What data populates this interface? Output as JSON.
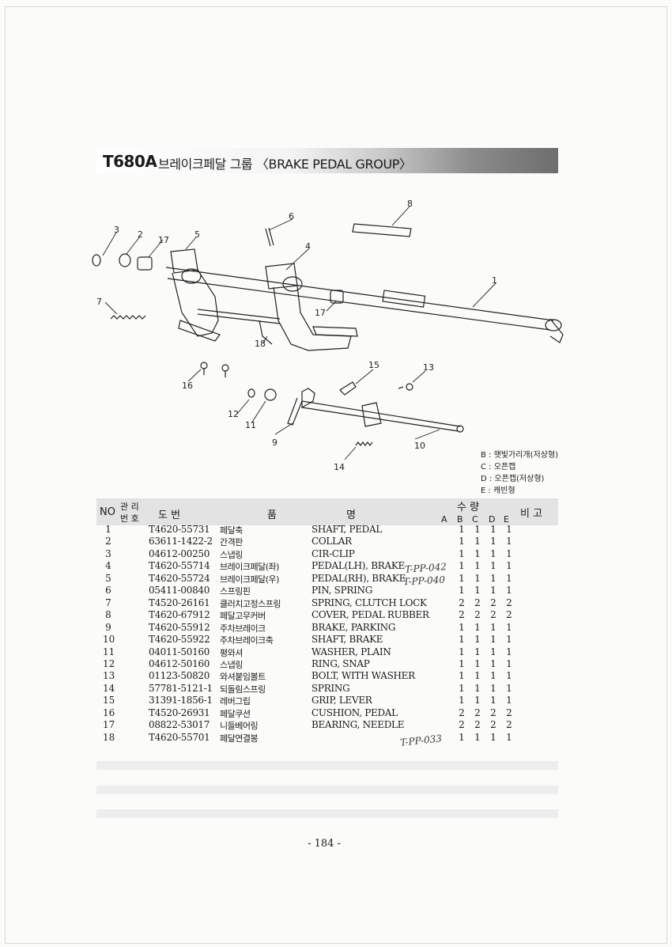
{
  "title": {
    "code": "T680A",
    "text": "브레이크페달 그룹 〈BRAKE PEDAL GROUP〉"
  },
  "callouts": [
    "1",
    "2",
    "3",
    "4",
    "5",
    "6",
    "7",
    "8",
    "9",
    "10",
    "11",
    "12",
    "13",
    "14",
    "15",
    "16",
    "17",
    "17",
    "18"
  ],
  "legend": [
    "B : 햇빛가리개(저상형)",
    "C : 오픈캡",
    "D : 오픈캡(저상형)",
    "E : 캐빈형"
  ],
  "table": {
    "headers": {
      "no": "NO",
      "mgmt_top": "관 리",
      "mgmt_bottom": "번 호",
      "drawing": "도     번",
      "name_a": "품",
      "name_b": "명",
      "qty_top": "수     량",
      "qty_cols": [
        "A",
        "B",
        "C",
        "D",
        "E"
      ],
      "remark": "비  고"
    },
    "rows": [
      {
        "no": "1",
        "part": "T4620-55731",
        "kor": "페달축",
        "name": "SHAFT, PEDAL",
        "b": "1",
        "c": "1",
        "d": "1",
        "e": "1"
      },
      {
        "no": "2",
        "part": "63611-1422-2",
        "kor": "간격판",
        "name": "COLLAR",
        "b": "1",
        "c": "1",
        "d": "1",
        "e": "1"
      },
      {
        "no": "3",
        "part": "04612-00250",
        "kor": "스냅링",
        "name": "CIR-CLIP",
        "b": "1",
        "c": "1",
        "d": "1",
        "e": "1"
      },
      {
        "no": "4",
        "part": "T4620-55714",
        "kor": "브레이크페달(좌)",
        "name": "PEDAL(LH), BRAKE",
        "b": "1",
        "c": "1",
        "d": "1",
        "e": "1"
      },
      {
        "no": "5",
        "part": "T4620-55724",
        "kor": "브레이크페달(우)",
        "name": "PEDAL(RH), BRAKE",
        "b": "1",
        "c": "1",
        "d": "1",
        "e": "1"
      },
      {
        "no": "6",
        "part": "05411-00840",
        "kor": "스프링핀",
        "name": "PIN, SPRING",
        "b": "1",
        "c": "1",
        "d": "1",
        "e": "1"
      },
      {
        "no": "7",
        "part": "T4520-26161",
        "kor": "클러치고정스프링",
        "name": "SPRING, CLUTCH LOCK",
        "b": "2",
        "c": "2",
        "d": "2",
        "e": "2"
      },
      {
        "no": "8",
        "part": "T4620-67912",
        "kor": "페달고무커버",
        "name": "COVER, PEDAL RUBBER",
        "b": "2",
        "c": "2",
        "d": "2",
        "e": "2"
      },
      {
        "no": "9",
        "part": "T4620-55912",
        "kor": "주차브레이크",
        "name": "BRAKE, PARKING",
        "b": "1",
        "c": "1",
        "d": "1",
        "e": "1"
      },
      {
        "no": "10",
        "part": "T4620-55922",
        "kor": "주차브레이크축",
        "name": "SHAFT, BRAKE",
        "b": "1",
        "c": "1",
        "d": "1",
        "e": "1"
      },
      {
        "no": "11",
        "part": "04011-50160",
        "kor": "평와셔",
        "name": "WASHER, PLAIN",
        "b": "1",
        "c": "1",
        "d": "1",
        "e": "1"
      },
      {
        "no": "12",
        "part": "04612-50160",
        "kor": "스냅링",
        "name": "RING, SNAP",
        "b": "1",
        "c": "1",
        "d": "1",
        "e": "1"
      },
      {
        "no": "13",
        "part": "01123-50820",
        "kor": "와셔붙임볼트",
        "name": "BOLT, WITH WASHER",
        "b": "1",
        "c": "1",
        "d": "1",
        "e": "1"
      },
      {
        "no": "14",
        "part": "57781-5121-1",
        "kor": "되돌림스프링",
        "name": "SPRING",
        "b": "1",
        "c": "1",
        "d": "1",
        "e": "1"
      },
      {
        "no": "15",
        "part": "31391-1856-1",
        "kor": "레버그립",
        "name": "GRIP, LEVER",
        "b": "1",
        "c": "1",
        "d": "1",
        "e": "1"
      },
      {
        "no": "16",
        "part": "T4520-26931",
        "kor": "페달쿠션",
        "name": "CUSHION, PEDAL",
        "b": "2",
        "c": "2",
        "d": "2",
        "e": "2"
      },
      {
        "no": "17",
        "part": "08822-53017",
        "kor": "니들베어링",
        "name": "BEARING, NEEDLE",
        "b": "2",
        "c": "2",
        "d": "2",
        "e": "2"
      },
      {
        "no": "18",
        "part": "T4620-55701",
        "kor": "페달연결봉",
        "name": "",
        "b": "1",
        "c": "1",
        "d": "1",
        "e": "1"
      }
    ]
  },
  "handwritten": {
    "row4": "T-PP-042",
    "row5": "T-PP-040",
    "row18": "T-PP-033"
  },
  "page_number": "- 184 -"
}
